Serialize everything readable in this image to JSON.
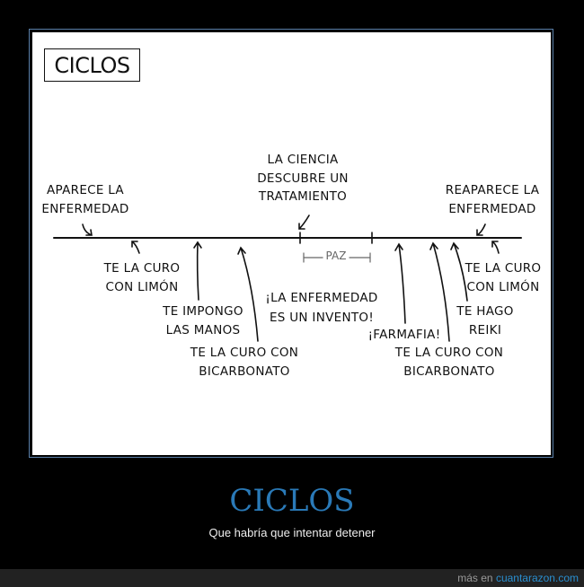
{
  "comic": {
    "title": "CICLOS",
    "paz": "PAZ",
    "labels": {
      "aparece": [
        "APARECE LA",
        "ENFERMEDAD"
      ],
      "ciencia": [
        "LA CIENCIA",
        "DESCUBRE UN",
        "TRATAMIENTO"
      ],
      "reaparece": [
        "REAPARECE LA",
        "ENFERMEDAD"
      ],
      "limon1": [
        "TE LA CURO",
        "CON LIMÓN"
      ],
      "manos": [
        "TE IMPONGO",
        "LAS MANOS"
      ],
      "bicarbonato1": [
        "TE LA CURO CON",
        "BICARBONATO"
      ],
      "invento": [
        "¡LA ENFERMEDAD",
        "ES UN INVENTO!"
      ],
      "farmafia": [
        "¡FARMAFIA!"
      ],
      "bicarbonato2": [
        "TE LA CURO CON",
        "BICARBONATO"
      ],
      "reiki": [
        "TE HAGO",
        "REIKI"
      ],
      "limon2": [
        "TE LA CURO",
        "CON LIMÓN"
      ]
    }
  },
  "caption": {
    "title": "CICLOS",
    "subtitle": "Que habría que intentar detener"
  },
  "footer": {
    "prefix": "más en",
    "site": "cuantarazon.com"
  },
  "colors": {
    "accent": "#2a7ab8",
    "footer_bg": "#222222"
  }
}
